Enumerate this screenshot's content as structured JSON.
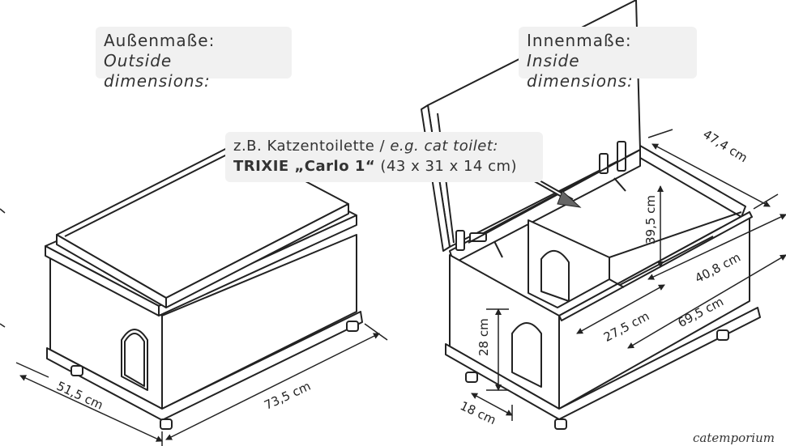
{
  "outside_label": {
    "de": "Außenmaße:",
    "en": "Outside dimensions:"
  },
  "inside_label": {
    "de": "Innenmaße:",
    "en": "Inside dimensions:"
  },
  "toilet_label": {
    "line1_de": "z.B. Katzentoilette / ",
    "line1_en": "e.g. cat toilet:",
    "product": "TRIXIE „Carlo 1“",
    "size": " (43 x 31 x 14 cm)"
  },
  "outside_dimensions": {
    "depth": "51,5 cm",
    "width": "73,5 cm"
  },
  "inside_dimensions": {
    "depth_top": "47,4 cm",
    "height": "39,5 cm",
    "depth": "40,8 cm",
    "width": "69,5 cm",
    "compartment": "27,5 cm",
    "entry_height": "28 cm",
    "entry_offset": "18 cm"
  },
  "brand": "catemporium"
}
